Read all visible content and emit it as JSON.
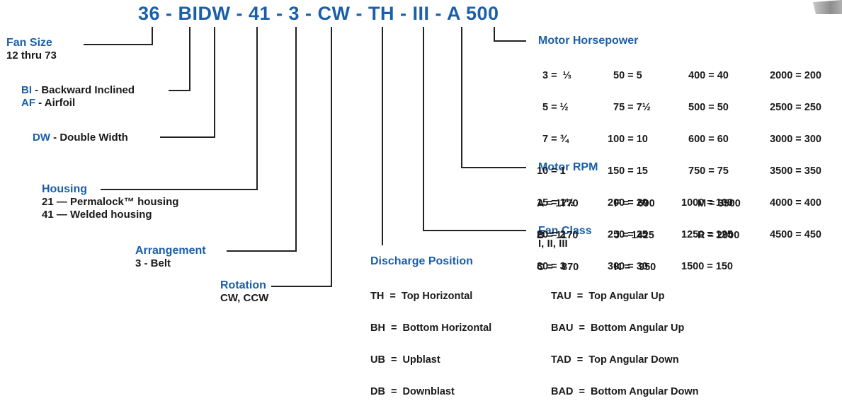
{
  "model_code": "36 - BIDW - 41 - 3 - CW - TH - III - A 500",
  "fan_size": {
    "heading": "Fan Size",
    "value": "12 thru 73"
  },
  "wheel_type": {
    "items": [
      {
        "abbr": "BI",
        "desc": "- Backward Inclined"
      },
      {
        "abbr": "AF",
        "desc": "- Airfoil"
      }
    ]
  },
  "width": {
    "abbr": "DW",
    "desc": "- Double Width"
  },
  "housing": {
    "heading": "Housing",
    "items": [
      "21 — Permalock™ housing",
      "41 — Welded housing"
    ]
  },
  "arrangement": {
    "heading": "Arrangement",
    "value": "3 - Belt"
  },
  "rotation": {
    "heading": "Rotation",
    "value": "CW, CCW"
  },
  "discharge": {
    "heading": "Discharge Position",
    "left": [
      "TH  =  Top Horizontal",
      "BH  =  Bottom Horizontal",
      "UB  =  Upblast",
      "DB  =  Downblast"
    ],
    "right": [
      "TAU  =  Top Angular Up",
      "BAU  =  Bottom Angular Up",
      "TAD  =  Top Angular Down",
      "BAD  =  Bottom Angular Down"
    ]
  },
  "fan_class": {
    "heading": "Fan Class",
    "value": "I, II, III"
  },
  "motor_rpm": {
    "heading": "Motor RPM",
    "columns": [
      [
        "A = 1770",
        "B = 1170",
        "C =   870"
      ],
      [
        "F =   690",
        "J = 1425",
        "K =   950"
      ],
      [
        "M = 3500",
        "R = 2900"
      ]
    ]
  },
  "motor_hp": {
    "heading": "Motor Horsepower",
    "columns": [
      [
        "3 =  ⅓",
        "5 = ½",
        "7 = ¾",
        "10 = 1",
        "15 = 1½",
        "20 = 2",
        "30 = 3"
      ],
      [
        "50 = 5",
        "75 = 7½",
        "100 = 10",
        "150 = 15",
        "200 = 20",
        "250 = 25",
        "300 = 30"
      ],
      [
        "400 = 40",
        "500 = 50",
        "600 = 60",
        "750 = 75",
        "1000 = 100",
        "1250 = 125",
        "1500 = 150"
      ],
      [
        "2000 = 200",
        "2500 = 250",
        "3000 = 300",
        "3500 = 350",
        "4000 = 400",
        "4500 = 450"
      ]
    ]
  },
  "colors": {
    "accent": "#1a5fa8",
    "line": "#222222"
  }
}
